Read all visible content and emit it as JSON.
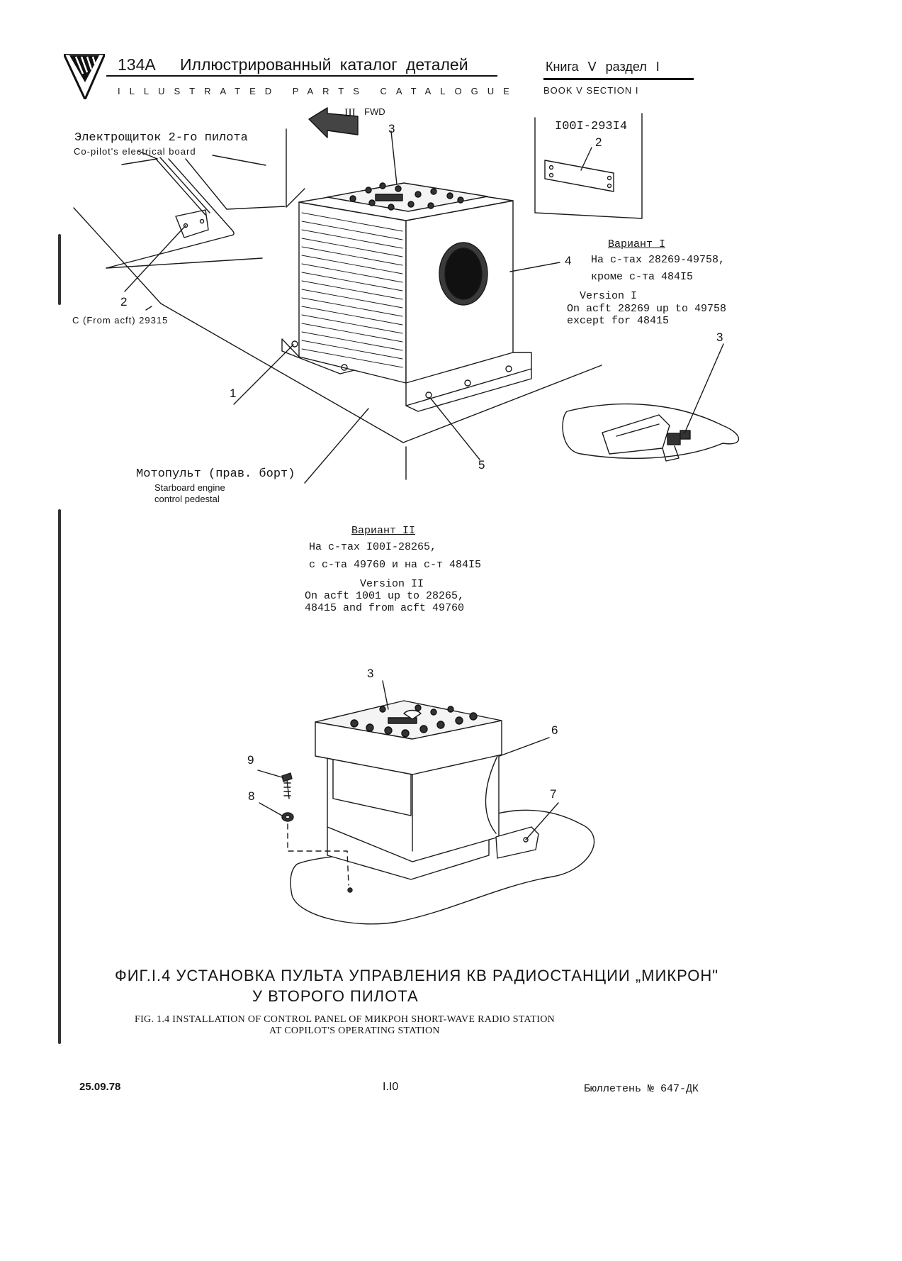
{
  "header": {
    "model": "134A",
    "title_ru": "Иллюстрированный каталог деталей",
    "title_en": "ILLUSTRATED PARTS CATALOGUE",
    "book_ru": "Книга V раздел I",
    "book_en": "BOOK V SECTION I"
  },
  "top_figure": {
    "fwd_label": "FWD",
    "board_ru": "Электрощиток 2-го пилота",
    "board_en": "Co-pilot's electrical board",
    "from_acft": "C (From acft) 29315",
    "inset_range": "I00I-293I4",
    "pedestal_ru": "Мотопульт (прав. борт)",
    "pedestal_en_1": "Starboard engine",
    "pedestal_en_2": "control pedestal",
    "callouts": [
      "1",
      "2",
      "2",
      "3",
      "3",
      "4",
      "5"
    ]
  },
  "version_1": {
    "title_ru": "Вариант I",
    "line1_ru": "На с-тах 28269-49758,",
    "line2_ru": "кроме с-та 484I5",
    "title_en": "Version I",
    "line1_en": "On acft 28269 up to 49758",
    "line2_en": "except for 48415"
  },
  "version_2": {
    "title_ru": "Вариант II",
    "line1_ru": "На с-тах I00I-28265,",
    "line2_ru": "с с-та 49760 и на с-т 484I5",
    "title_en": "Version II",
    "line1_en": "On acft 1001 up to 28265,",
    "line2_en": "48415 and from acft 49760"
  },
  "bottom_figure": {
    "callouts": [
      "3",
      "6",
      "7",
      "8",
      "9"
    ]
  },
  "caption": {
    "ru_line1": "ФИГ.I.4  УСТАНОВКА ПУЛЬТА УПРАВЛЕНИЯ КВ РАДИОСТАНЦИИ „МИКРОН\"",
    "ru_line2": "У ВТОРОГО ПИЛОТА",
    "en_line1": "FIG. 1.4 INSTALLATION OF CONTROL PANEL OF МИКРОН SHORT-WAVE RADIO STATION",
    "en_line2": "AT COPILOT'S OPERATING STATION"
  },
  "footer": {
    "date": "25.09.78",
    "page": "I.I0",
    "bulletin": "Бюллетень № 647-ДК"
  }
}
